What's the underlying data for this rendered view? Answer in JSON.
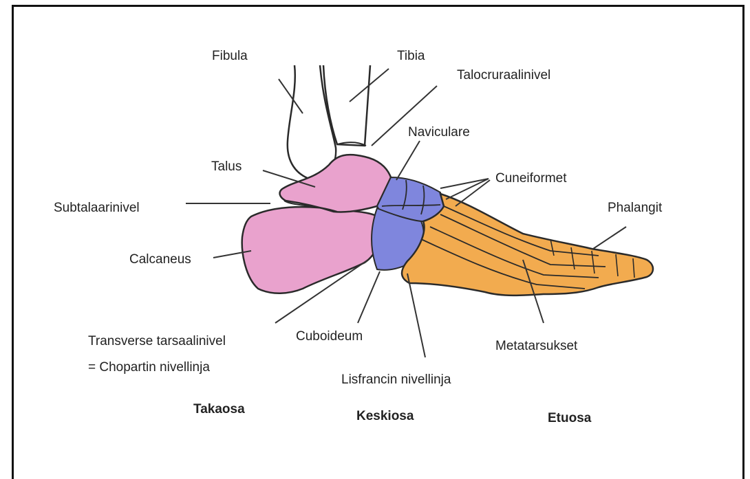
{
  "labels": {
    "fibula": "Fibula",
    "tibia": "Tibia",
    "talocrural": "Talocruraalinivel",
    "naviculare": "Naviculare",
    "talus": "Talus",
    "cuneiformet": "Cuneiformet",
    "subtalaar": "Subtalaarinivel",
    "phalangit": "Phalangit",
    "calcaneus": "Calcaneus",
    "transverse": "Transverse tarsaalinivel",
    "chopart": "= Chopartin nivellinja",
    "cuboideum": "Cuboideum",
    "metatarsukset": "Metatarsukset",
    "lisfranc": "Lisfrancin nivellinja"
  },
  "regions": {
    "hindfoot": "Takaosa",
    "midfoot": "Keskiosa",
    "forefoot": "Etuosa"
  },
  "colors": {
    "hindfoot_bones": "#e9a2cd",
    "midfoot_bones": "#7f86dd",
    "forefoot_bones": "#f2ab4f",
    "outline": "#2a2a2a",
    "leader_lines": "#333333"
  }
}
